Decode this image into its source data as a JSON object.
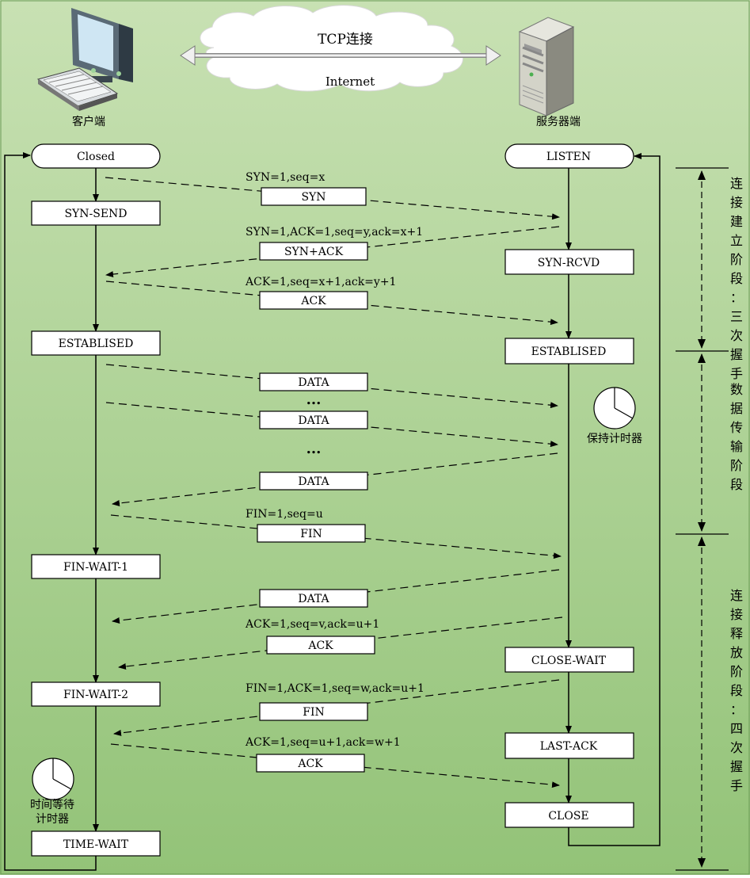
{
  "header": {
    "client_label": "客户端",
    "server_label": "服务器端",
    "cloud_top": "TCP连接",
    "cloud_bottom": "Internet"
  },
  "client_states": [
    "Closed",
    "SYN-SEND",
    "ESTABLISED",
    "FIN-WAIT-1",
    "FIN-WAIT-2",
    "TIME-WAIT"
  ],
  "server_states": [
    "LISTEN",
    "SYN-RCVD",
    "ESTABLISED",
    "CLOSE-WAIT",
    "LAST-ACK",
    "CLOSE"
  ],
  "messages": [
    {
      "seg": "SYN",
      "annotation": "SYN=1,seq=x"
    },
    {
      "seg": "SYN+ACK",
      "annotation": "SYN=1,ACK=1,seq=y,ack=x+1"
    },
    {
      "seg": "ACK",
      "annotation": "ACK=1,seq=x+1,ack=y+1"
    },
    {
      "seg": "DATA",
      "annotation": ""
    },
    {
      "seg": "DATA",
      "annotation": ""
    },
    {
      "seg": "DATA",
      "annotation": ""
    },
    {
      "seg": "FIN",
      "annotation": "FIN=1,seq=u"
    },
    {
      "seg": "DATA",
      "annotation": ""
    },
    {
      "seg": "ACK",
      "annotation": "ACK=1,seq=v,ack=u+1"
    },
    {
      "seg": "FIN",
      "annotation": "FIN=1,ACK=1,seq=w,ack=u+1"
    },
    {
      "seg": "ACK",
      "annotation": "ACK=1,seq=u+1,ack=w+1"
    }
  ],
  "ellipsis": "...",
  "timers": {
    "server": "保持计时器",
    "client_line1": "时间等待",
    "client_line2": "计时器"
  },
  "phases": [
    {
      "label": "连接建立阶段：三次握手"
    },
    {
      "label": "数据传输阶段"
    },
    {
      "label": "连接释放阶段：四次握手"
    }
  ],
  "colors": {
    "bg_top": "#c5dfb0",
    "bg_bottom": "#95c47a",
    "box": "#ffffff",
    "line": "#000000"
  }
}
